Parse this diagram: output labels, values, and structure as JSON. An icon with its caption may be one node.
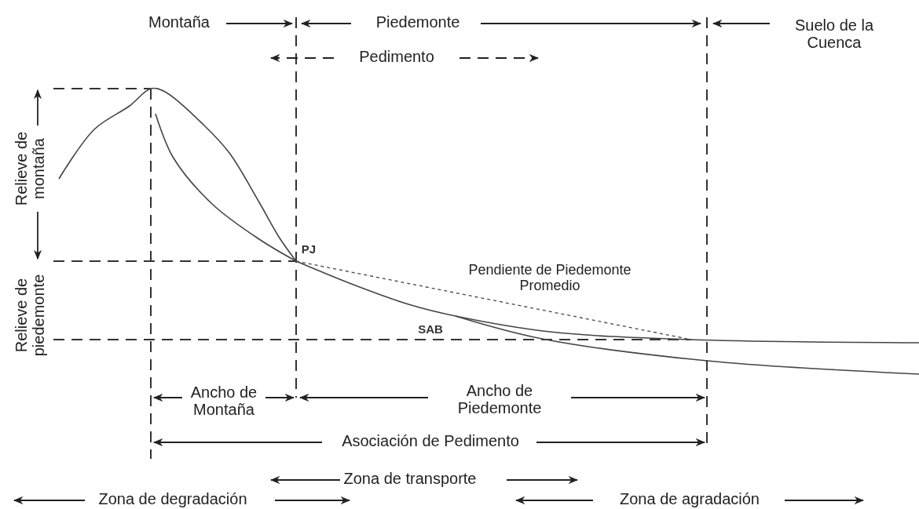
{
  "diagram": {
    "labels": [
      "Montaña",
      "Piedemonte",
      "Suelo de la Cuenca",
      "Pedimento",
      "Relieve de montaña",
      "PJ",
      "Pendiente de Piedemonte Promedio",
      "Relieve de piedemonte",
      "SAB",
      "Ancho de Montaña",
      "Ancho de Piedemonte",
      "Asociación de Pedimento",
      "Zona de transporte",
      "Zona de degradación",
      "Zona de agradación"
    ]
  }
}
